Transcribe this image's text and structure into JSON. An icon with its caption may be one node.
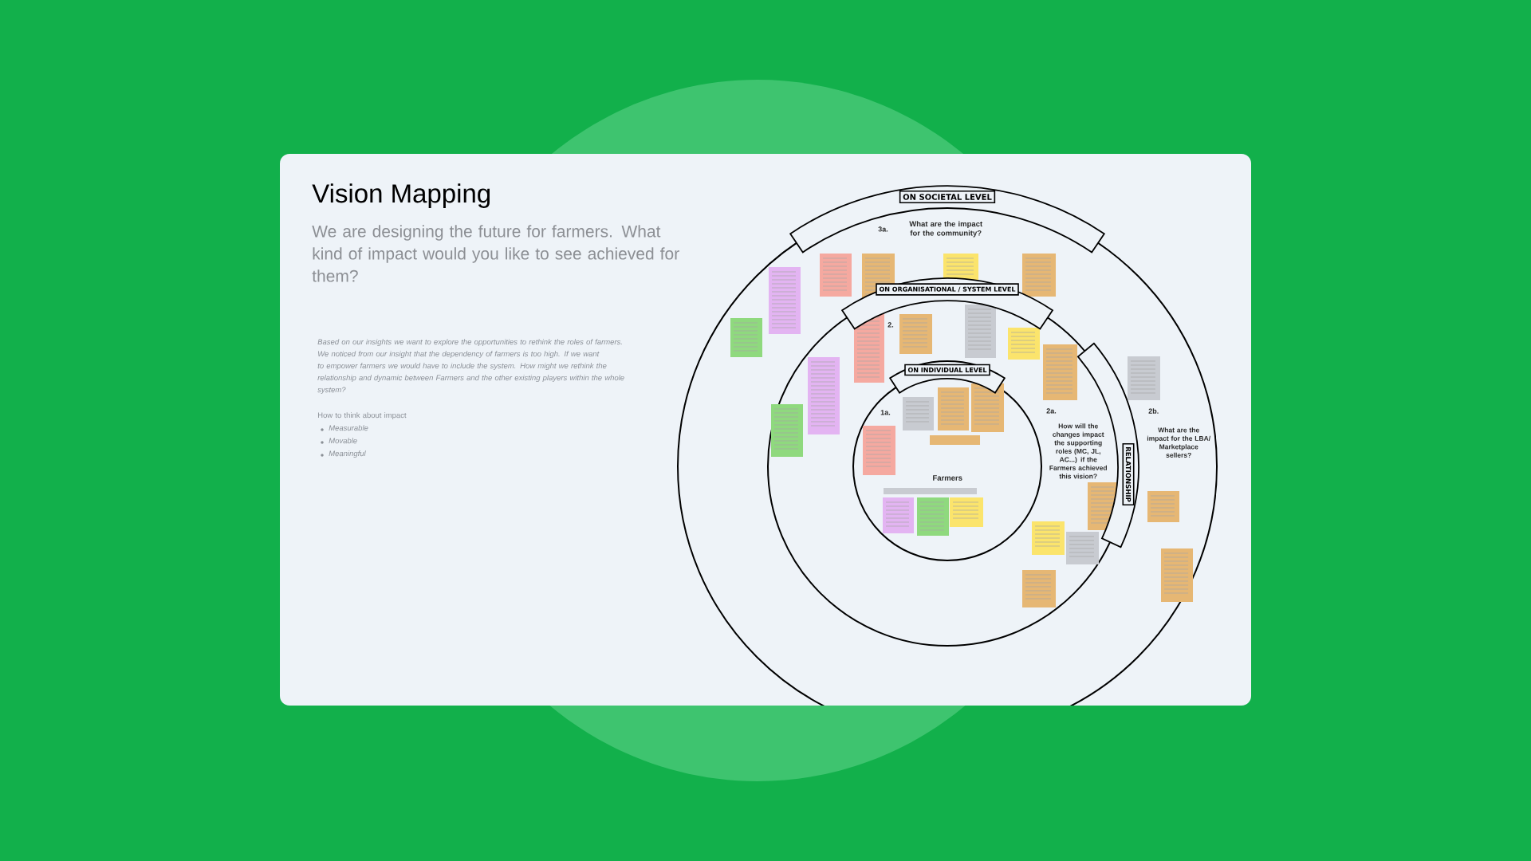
{
  "diagram": {
    "title": "Vision Mapping",
    "nodes": [
      {
        "text": [
          "ON SOCIETAL LEVEL"
        ]
      },
      {
        "text": [
          "ON ORGANISATIONAL / SYSTEM LEVEL"
        ]
      },
      {
        "text": [
          "RELATIONSHIP"
        ]
      },
      {
        "text": [
          "ON INDIVIDUAL LEVEL"
        ]
      }
    ],
    "labels": [
      "We are designing the future for farmers. What kind of impact would you like to see achieved for them?",
      "Based on our insights we want to explore the opportunities to rethink the roles of farmers. We noticed from our insight that the dependency of farmers is too high. If we want to empower farmers we would have to include the system. How might we rethink the relationship and dynamic between Farmers and the other existing players within the whole system?",
      "How to think about impact",
      "Measurable",
      "Movable",
      "Meaningful",
      "3a.",
      "What are the impact for the community?",
      "2.",
      "1a.",
      "2a.",
      "How will the changes impact the supporting roles (MC, JL, AC...) if the Farmers achieved this vision?",
      "2b.",
      "What are the impact for the LBA/ Marketplace sellers?",
      "Farmers"
    ]
  }
}
